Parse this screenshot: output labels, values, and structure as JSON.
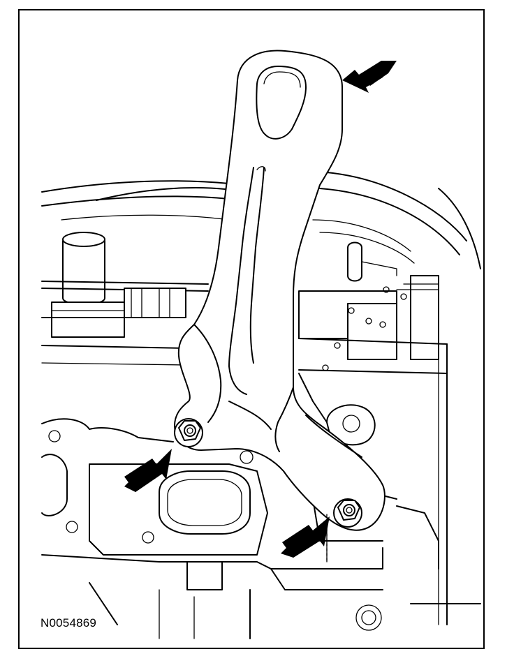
{
  "figure": {
    "reference_code": "N0054869",
    "stroke_color": "#000000",
    "background_color": "#ffffff"
  },
  "callouts": [
    {
      "target": "bracket-upper-end",
      "icon": "arrow-icon"
    },
    {
      "target": "bolt-left",
      "icon": "arrow-icon"
    },
    {
      "target": "bolt-right",
      "icon": "arrow-icon"
    }
  ]
}
